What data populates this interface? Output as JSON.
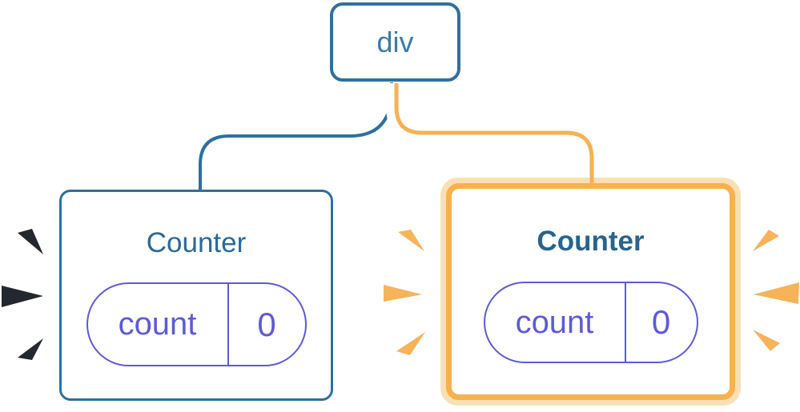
{
  "diagram": {
    "root": {
      "label": "div"
    },
    "children": [
      {
        "title": "Counter",
        "highlighted": false,
        "state": {
          "name": "count",
          "value": "0"
        }
      },
      {
        "title": "Counter",
        "highlighted": true,
        "state": {
          "name": "count",
          "value": "0"
        }
      }
    ],
    "colors": {
      "edge_blue": "#2F6F9F",
      "edge_orange": "#F6B154",
      "edge_casing": "#FFFFFF",
      "node_border_blue": "#2F6F9F",
      "node_border_orange": "#F8B14E",
      "node_glow_orange": "#FADFB4",
      "root_label_text": "#3B7CA9",
      "title_text": "#2B6A96",
      "state_purple": "#5C5BD8",
      "burst_dark": "#23272F",
      "burst_orange": "#F6B35A"
    }
  }
}
